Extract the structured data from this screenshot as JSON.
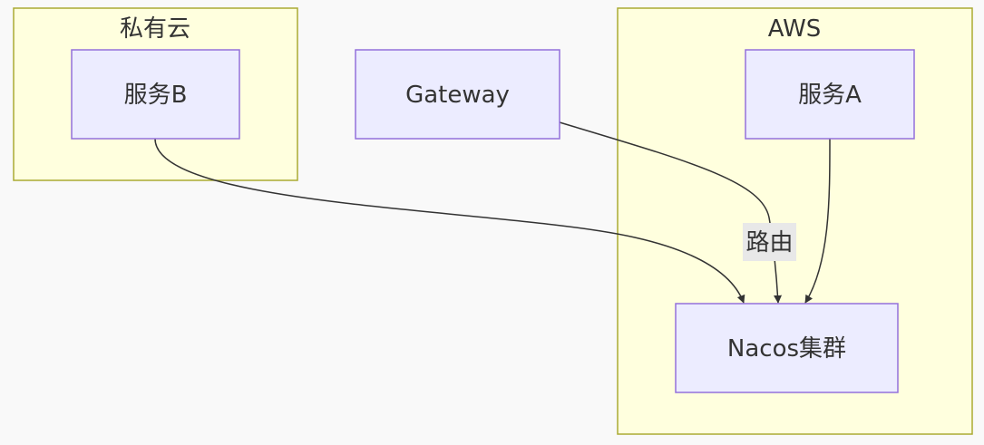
{
  "colors": {
    "background": "#f9f9f9",
    "cluster_fill": "#ffffde",
    "cluster_stroke": "#aaaa33",
    "node_fill": "#ececff",
    "node_stroke": "#9370db",
    "edge_stroke": "#333333",
    "edge_label_bg": "#e8e8e8",
    "text": "#333333"
  },
  "clusters": {
    "private_cloud": {
      "title": "私有云"
    },
    "aws": {
      "title": "AWS"
    }
  },
  "nodes": {
    "service_b": {
      "label": "服务B"
    },
    "gateway": {
      "label": "Gateway"
    },
    "service_a": {
      "label": "服务A"
    },
    "nacos": {
      "label": "Nacos集群"
    }
  },
  "edges": [
    {
      "from": "服务B",
      "to": "Nacos集群",
      "label": ""
    },
    {
      "from": "Gateway",
      "to": "Nacos集群",
      "label": "路由"
    },
    {
      "from": "服务A",
      "to": "Nacos集群",
      "label": ""
    }
  ]
}
